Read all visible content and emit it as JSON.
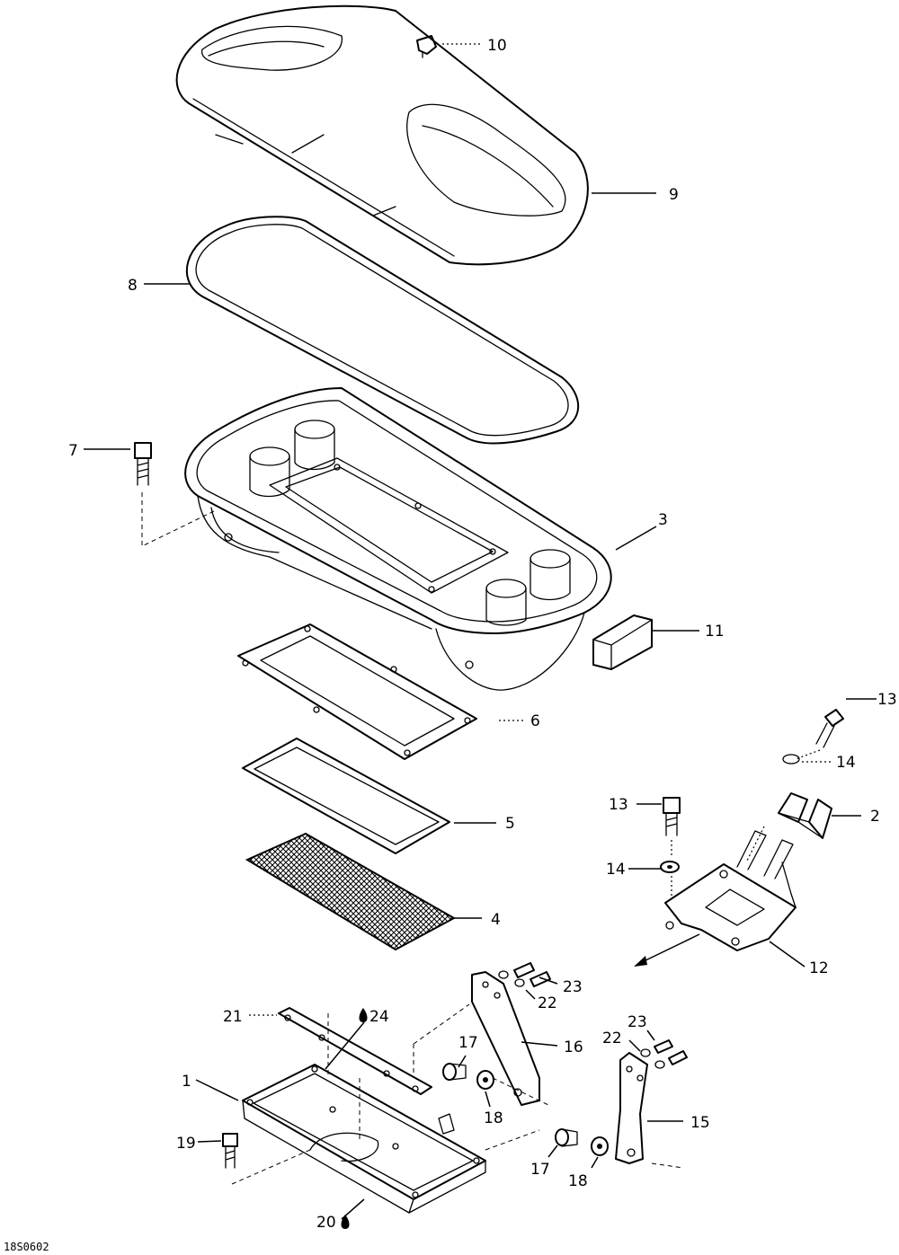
{
  "diagram": {
    "document_code": "18S0602",
    "callouts": [
      {
        "id": "c10",
        "label": "10"
      },
      {
        "id": "c9",
        "label": "9"
      },
      {
        "id": "c8",
        "label": "8"
      },
      {
        "id": "c7",
        "label": "7"
      },
      {
        "id": "c3",
        "label": "3"
      },
      {
        "id": "c11",
        "label": "11"
      },
      {
        "id": "c13a",
        "label": "13"
      },
      {
        "id": "c6",
        "label": "6"
      },
      {
        "id": "c14a",
        "label": "14"
      },
      {
        "id": "c13b",
        "label": "13"
      },
      {
        "id": "c2",
        "label": "2"
      },
      {
        "id": "c5",
        "label": "5"
      },
      {
        "id": "c14b",
        "label": "14"
      },
      {
        "id": "c4",
        "label": "4"
      },
      {
        "id": "c12",
        "label": "12"
      },
      {
        "id": "c23a",
        "label": "23"
      },
      {
        "id": "c22a",
        "label": "22"
      },
      {
        "id": "c21",
        "label": "21"
      },
      {
        "id": "c24",
        "label": "24"
      },
      {
        "id": "c16",
        "label": "16"
      },
      {
        "id": "c23b",
        "label": "23"
      },
      {
        "id": "c22b",
        "label": "22"
      },
      {
        "id": "c17a",
        "label": "17"
      },
      {
        "id": "c1",
        "label": "1"
      },
      {
        "id": "c18a",
        "label": "18"
      },
      {
        "id": "c15",
        "label": "15"
      },
      {
        "id": "c19",
        "label": "19"
      },
      {
        "id": "c17b",
        "label": "17"
      },
      {
        "id": "c18b",
        "label": "18"
      },
      {
        "id": "c20",
        "label": "20"
      }
    ]
  }
}
